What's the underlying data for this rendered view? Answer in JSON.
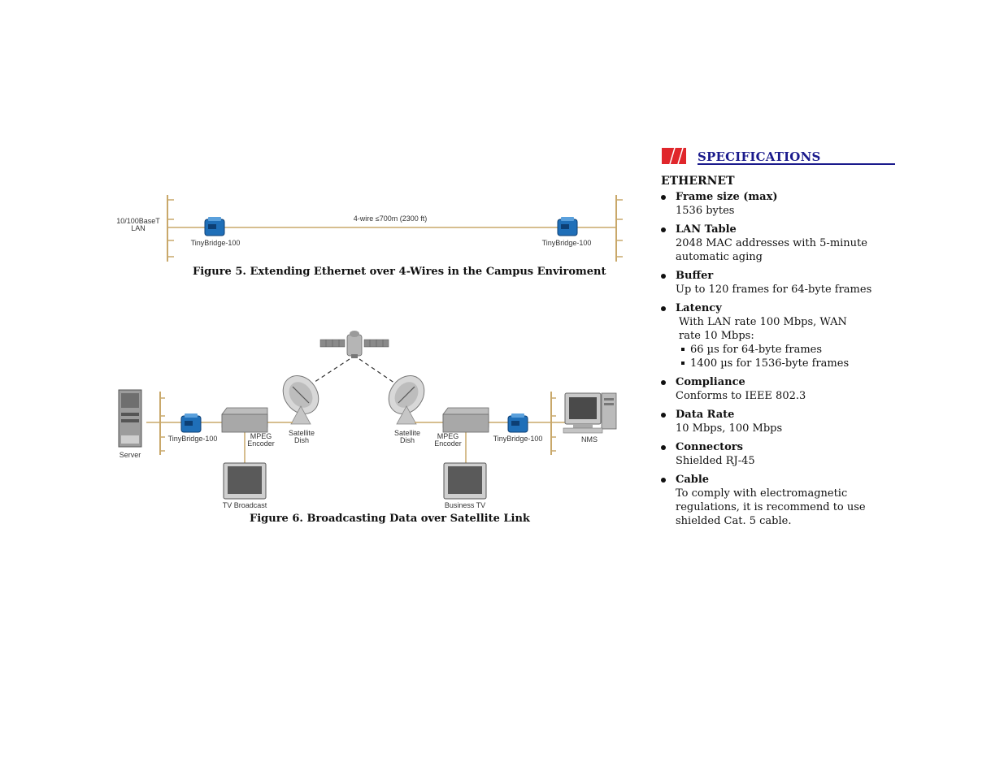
{
  "figure5": {
    "lan_label_1": "10/100BaseT",
    "lan_label_2": "LAN",
    "link_label": "4-wire  ≤700m (2300 ft)",
    "left_bridge": "TinyBridge-100",
    "right_bridge": "TinyBridge-100",
    "caption": "Figure 5.  Extending Ethernet over 4-Wires in the Campus Enviroment"
  },
  "figure6": {
    "server": "Server",
    "left_bridge": "TinyBridge-100",
    "left_encoder_1": "MPEG",
    "left_encoder_2": "Encoder",
    "left_dish_1": "Satellite",
    "left_dish_2": "Dish",
    "right_dish_1": "Satellite",
    "right_dish_2": "Dish",
    "right_encoder_1": "MPEG",
    "right_encoder_2": "Encoder",
    "right_bridge": "TinyBridge-100",
    "nms": "NMS",
    "tv_broadcast": "TV Broadcast",
    "business_tv": "Business TV",
    "caption": "Figure 6.  Broadcasting Data over Satellite Link"
  },
  "specs": {
    "heading": "SPECIFICATIONS",
    "section": "ETHERNET",
    "items": [
      {
        "title": "Frame size (max)",
        "text": "1536 bytes"
      },
      {
        "title": "LAN Table",
        "text": "2048 MAC addresses with 5-minute automatic aging"
      },
      {
        "title": "Buffer",
        "text": "Up to 120 frames for 64-byte frames"
      },
      {
        "title": "Latency",
        "text": "With LAN rate 100 Mbps, WAN rate 10 Mbps:",
        "subs": [
          "66 µs for 64-byte frames",
          "1400 µs for 1536-byte frames"
        ]
      },
      {
        "title": "Compliance",
        "text": "Conforms to IEEE 802.3"
      },
      {
        "title": "Data Rate",
        "text": "10 Mbps, 100 Mbps"
      },
      {
        "title": "Connectors",
        "text": "Shielded RJ-45"
      },
      {
        "title": "Cable",
        "text": "To comply with electromagnetic regulations, it is recommend to use shielded Cat. 5 cable."
      }
    ]
  },
  "colors": {
    "accent_red": "#e0262b",
    "heading_blue": "#1a1a8c",
    "bridge_blue": "#1f6fb8",
    "line_tan": "#c9a86a"
  }
}
